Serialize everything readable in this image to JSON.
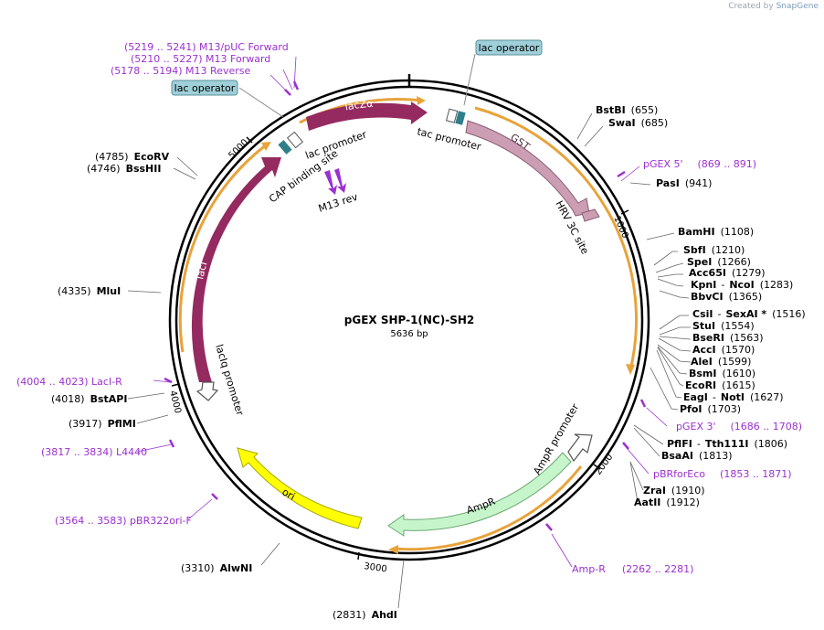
{
  "credit": {
    "prefix": "Created by",
    "brand": "SnapGene"
  },
  "plasmid": {
    "name": "pGEX SHP-1(NC)-SH2",
    "length": "5636 bp"
  },
  "feature_labels": {
    "lacZa": "lacZα",
    "lac_promoter": "lac promoter",
    "cap_site": "CAP binding site",
    "m13_rev": "M13 rev",
    "tac_promoter": "tac promoter",
    "gst": "GST",
    "hrv": "HRV 3C site",
    "laci": "lacI",
    "laciq": "lacIq promoter",
    "ampr_promoter": "AmpR promoter",
    "ampr": "AmpR",
    "ori": "ori",
    "lac_operator_left": "lac operator",
    "lac_operator_right": "lac operator"
  },
  "ticks": {
    "t1000": "1000",
    "t2000": "2000",
    "t3000": "3000",
    "t4000": "4000",
    "t5000": "5000"
  },
  "sites": {
    "bstbi": {
      "name": "BstBI",
      "pos": "(655)"
    },
    "swai": {
      "name": "SwaI",
      "pos": "(685)"
    },
    "pasi": {
      "name": "PasI",
      "pos": "(941)"
    },
    "bamhi": {
      "name": "BamHI",
      "pos": "(1108)"
    },
    "sbfi": {
      "name": "SbfI",
      "pos": "(1210)"
    },
    "spei": {
      "name": "SpeI",
      "pos": "(1266)"
    },
    "acc65i": {
      "name": "Acc65I",
      "pos": "(1279)"
    },
    "kpni": {
      "name": "KpnI",
      "dash": "-",
      "name2": "NcoI",
      "pos": "(1283)"
    },
    "bbvci": {
      "name": "BbvCI",
      "pos": "(1365)"
    },
    "csii": {
      "name": "CsiI",
      "dash": "-",
      "name2": "SexAI *",
      "pos": "(1516)"
    },
    "stui": {
      "name": "StuI",
      "pos": "(1554)"
    },
    "beseri": {
      "name": "BseRI",
      "pos": "(1563)"
    },
    "acci": {
      "name": "AccI",
      "pos": "(1570)"
    },
    "alei": {
      "name": "AleI",
      "pos": "(1599)"
    },
    "bsmi": {
      "name": "BsmI",
      "pos": "(1610)"
    },
    "ecori": {
      "name": "EcoRI",
      "pos": "(1615)"
    },
    "eagi": {
      "name": "EagI",
      "dash": "-",
      "name2": "NotI",
      "pos": "(1627)"
    },
    "pfoi": {
      "name": "PfoI",
      "pos": "(1703)"
    },
    "pflfi": {
      "name": "PflFI",
      "dash": "-",
      "name2": "Tth111I",
      "pos": "(1806)"
    },
    "bsaai": {
      "name": "BsaAI",
      "pos": "(1813)"
    },
    "zrai": {
      "name": "ZraI",
      "pos": "(1910)"
    },
    "aatii": {
      "name": "AatII",
      "pos": "(1912)"
    },
    "ahdi": {
      "name": "AhdI",
      "pos": "(2831)"
    },
    "alwni": {
      "name": "AlwNI",
      "pos": "(3310)"
    },
    "pflmi": {
      "name": "PflMI",
      "pos": "(3917)"
    },
    "bstapi": {
      "name": "BstAPI",
      "pos": "(4018)"
    },
    "mlui": {
      "name": "MluI",
      "pos": "(4335)"
    },
    "bsshii": {
      "name": "BssHII",
      "pos": "(4746)"
    },
    "ecorv": {
      "name": "EcoRV",
      "pos": "(4785)"
    }
  },
  "primers": {
    "m13puc": "(5219 .. 5241)  M13/pUC Forward",
    "m13fwd": "(5210 .. 5227)  M13 Forward",
    "m13rev": "(5178 .. 5194)  M13 Reverse",
    "pgex5": "pGEX 5'",
    "pgex5_range": "(869 .. 891)",
    "pgex3": "pGEX 3'",
    "pgex3_range": "(1686 .. 1708)",
    "pbrforeco": "pBRforEco",
    "pbrforeco_range": "(1853 .. 1871)",
    "ampr_primer": "Amp-R",
    "ampr_primer_range": "(2262 .. 2281)",
    "laci_r": "(4004 .. 4023)  LacI-R",
    "l4440": "(3817 .. 3834)  L4440",
    "pbr322ori": "(3564 .. 3583)  pBR322ori-F"
  },
  "colors": {
    "laci": "#942a5f",
    "gst": "#cc9eb4",
    "ampr": "#c6f5cb",
    "ori": "#ffff00",
    "orf_arc": "#e8a33a",
    "primer": "#9b30d0",
    "operator": "#9fcfd9"
  }
}
